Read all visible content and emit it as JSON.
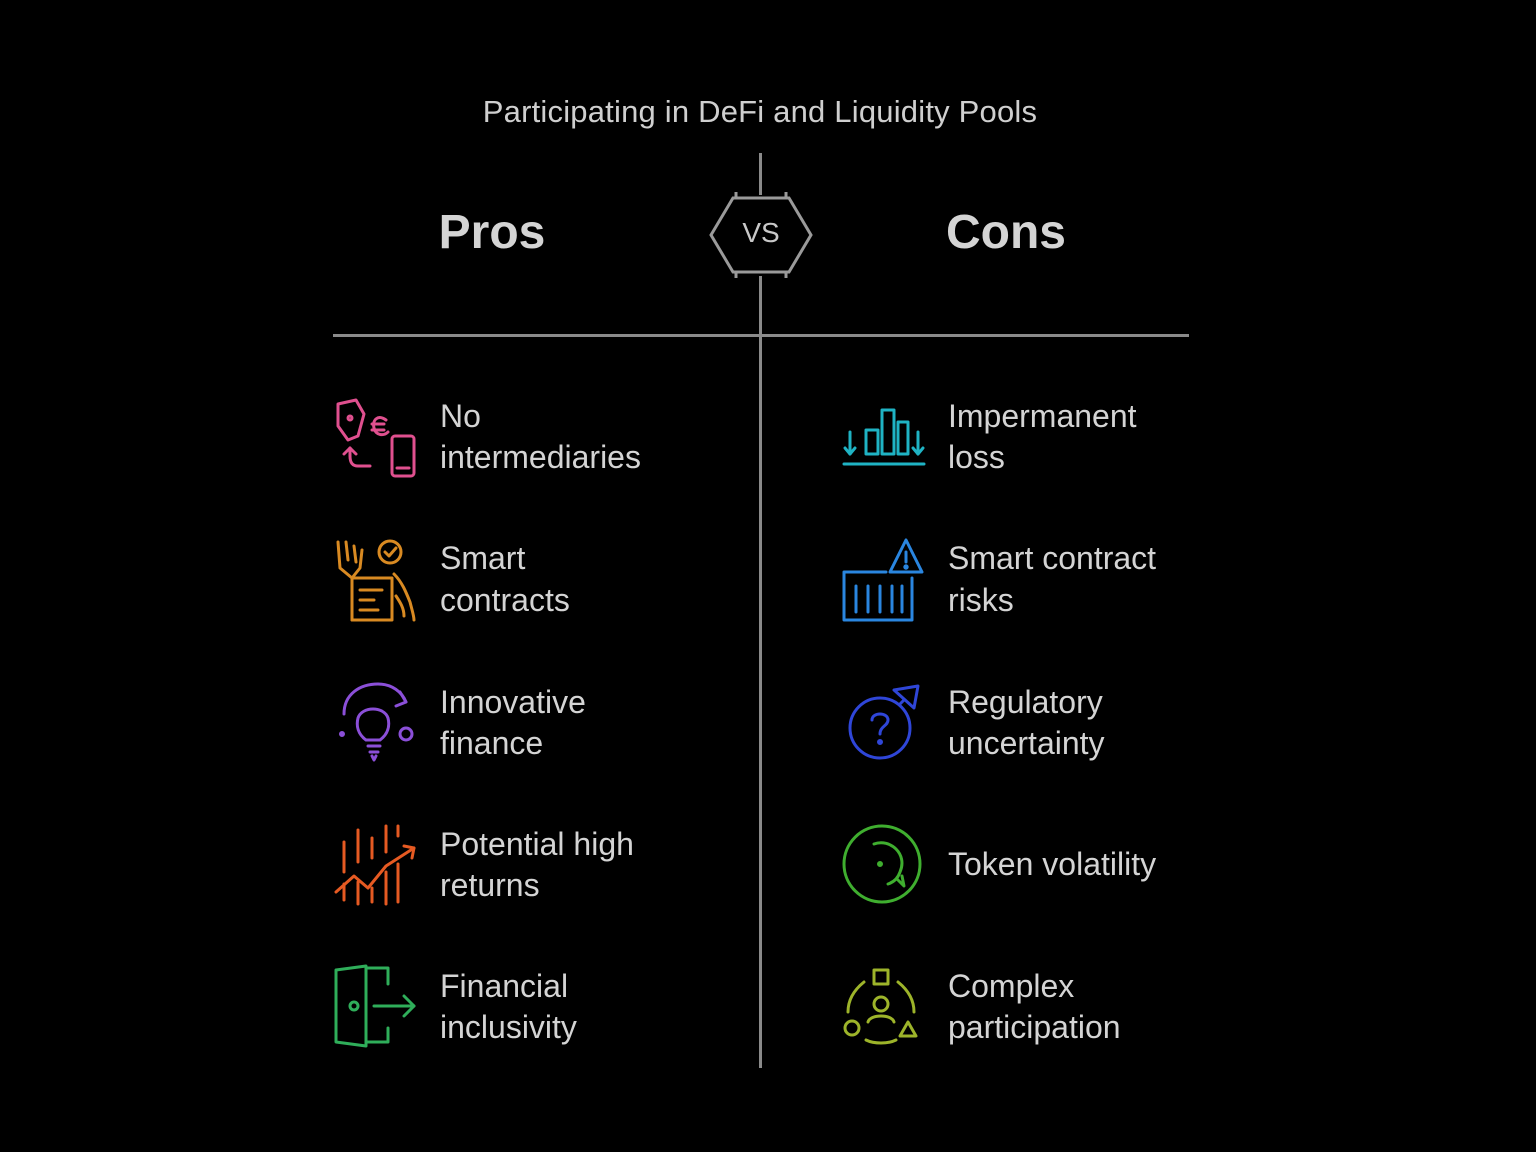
{
  "title": "Participating in DeFi and Liquidity Pools",
  "pros": {
    "heading": "Pros",
    "items": [
      {
        "label_line1": "No",
        "label_line2": "intermediaries",
        "icon": "currency-exchange-icon",
        "color": "#e0508f"
      },
      {
        "label_line1": "Smart",
        "label_line2": "contracts",
        "icon": "contract-handshake-icon",
        "color": "#d98a22"
      },
      {
        "label_line1": "Innovative",
        "label_line2": "finance",
        "icon": "lightbulb-idea-icon",
        "color": "#8b4fd8"
      },
      {
        "label_line1": "Potential high",
        "label_line2": "returns",
        "icon": "growth-chart-icon",
        "color": "#e65a22"
      },
      {
        "label_line1": "Financial",
        "label_line2": "inclusivity",
        "icon": "door-enter-icon",
        "color": "#2fae5a"
      }
    ]
  },
  "vs_label": "VS",
  "cons": {
    "heading": "Cons",
    "items": [
      {
        "label_line1": "Impermanent",
        "label_line2": "loss",
        "icon": "declining-bars-icon",
        "color": "#1fb3c4"
      },
      {
        "label_line1": "Smart contract",
        "label_line2": "risks",
        "icon": "warning-barrier-icon",
        "color": "#2a86e0"
      },
      {
        "label_line1": "Regulatory",
        "label_line2": "uncertainty",
        "icon": "question-compass-icon",
        "color": "#2f46d8"
      },
      {
        "label_line1": "Token volatility",
        "label_line2": "",
        "icon": "rotating-circle-icon",
        "color": "#3fae2f"
      },
      {
        "label_line1": "Complex",
        "label_line2": "participation",
        "icon": "shapes-person-icon",
        "color": "#9db42a"
      }
    ]
  }
}
